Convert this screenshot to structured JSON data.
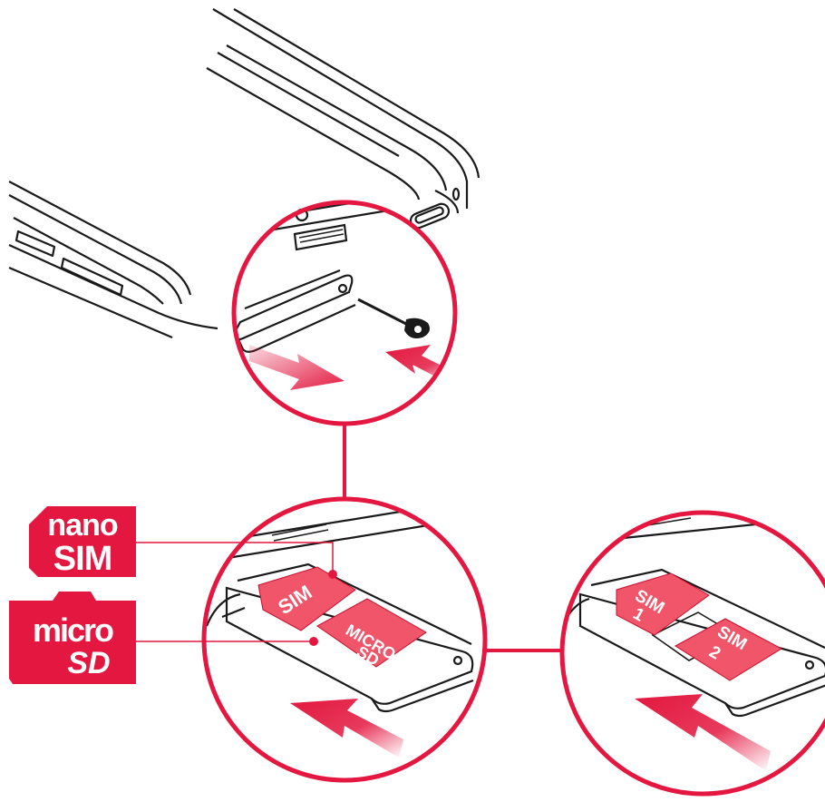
{
  "colors": {
    "accent": "#e3173f",
    "line": "#1a1a1a",
    "card_pink": "#f0556a",
    "background": "#ffffff"
  },
  "badges": {
    "nano_sim": {
      "line1": "nano",
      "line2": "SIM"
    },
    "micro_sd": {
      "line1": "micro",
      "line2": "SD"
    }
  },
  "tray_single": {
    "sim_label": "SIM",
    "micro_sd_line1": "MICRO",
    "micro_sd_line2": "SD"
  },
  "tray_dual": {
    "sim1_line1": "SIM",
    "sim1_line2": "1",
    "sim2_line1": "SIM",
    "sim2_line2": "2"
  },
  "icons": [
    "phone-outline-icon",
    "eject-pin-icon",
    "insert-arrow-icon",
    "remove-arrow-icon"
  ]
}
